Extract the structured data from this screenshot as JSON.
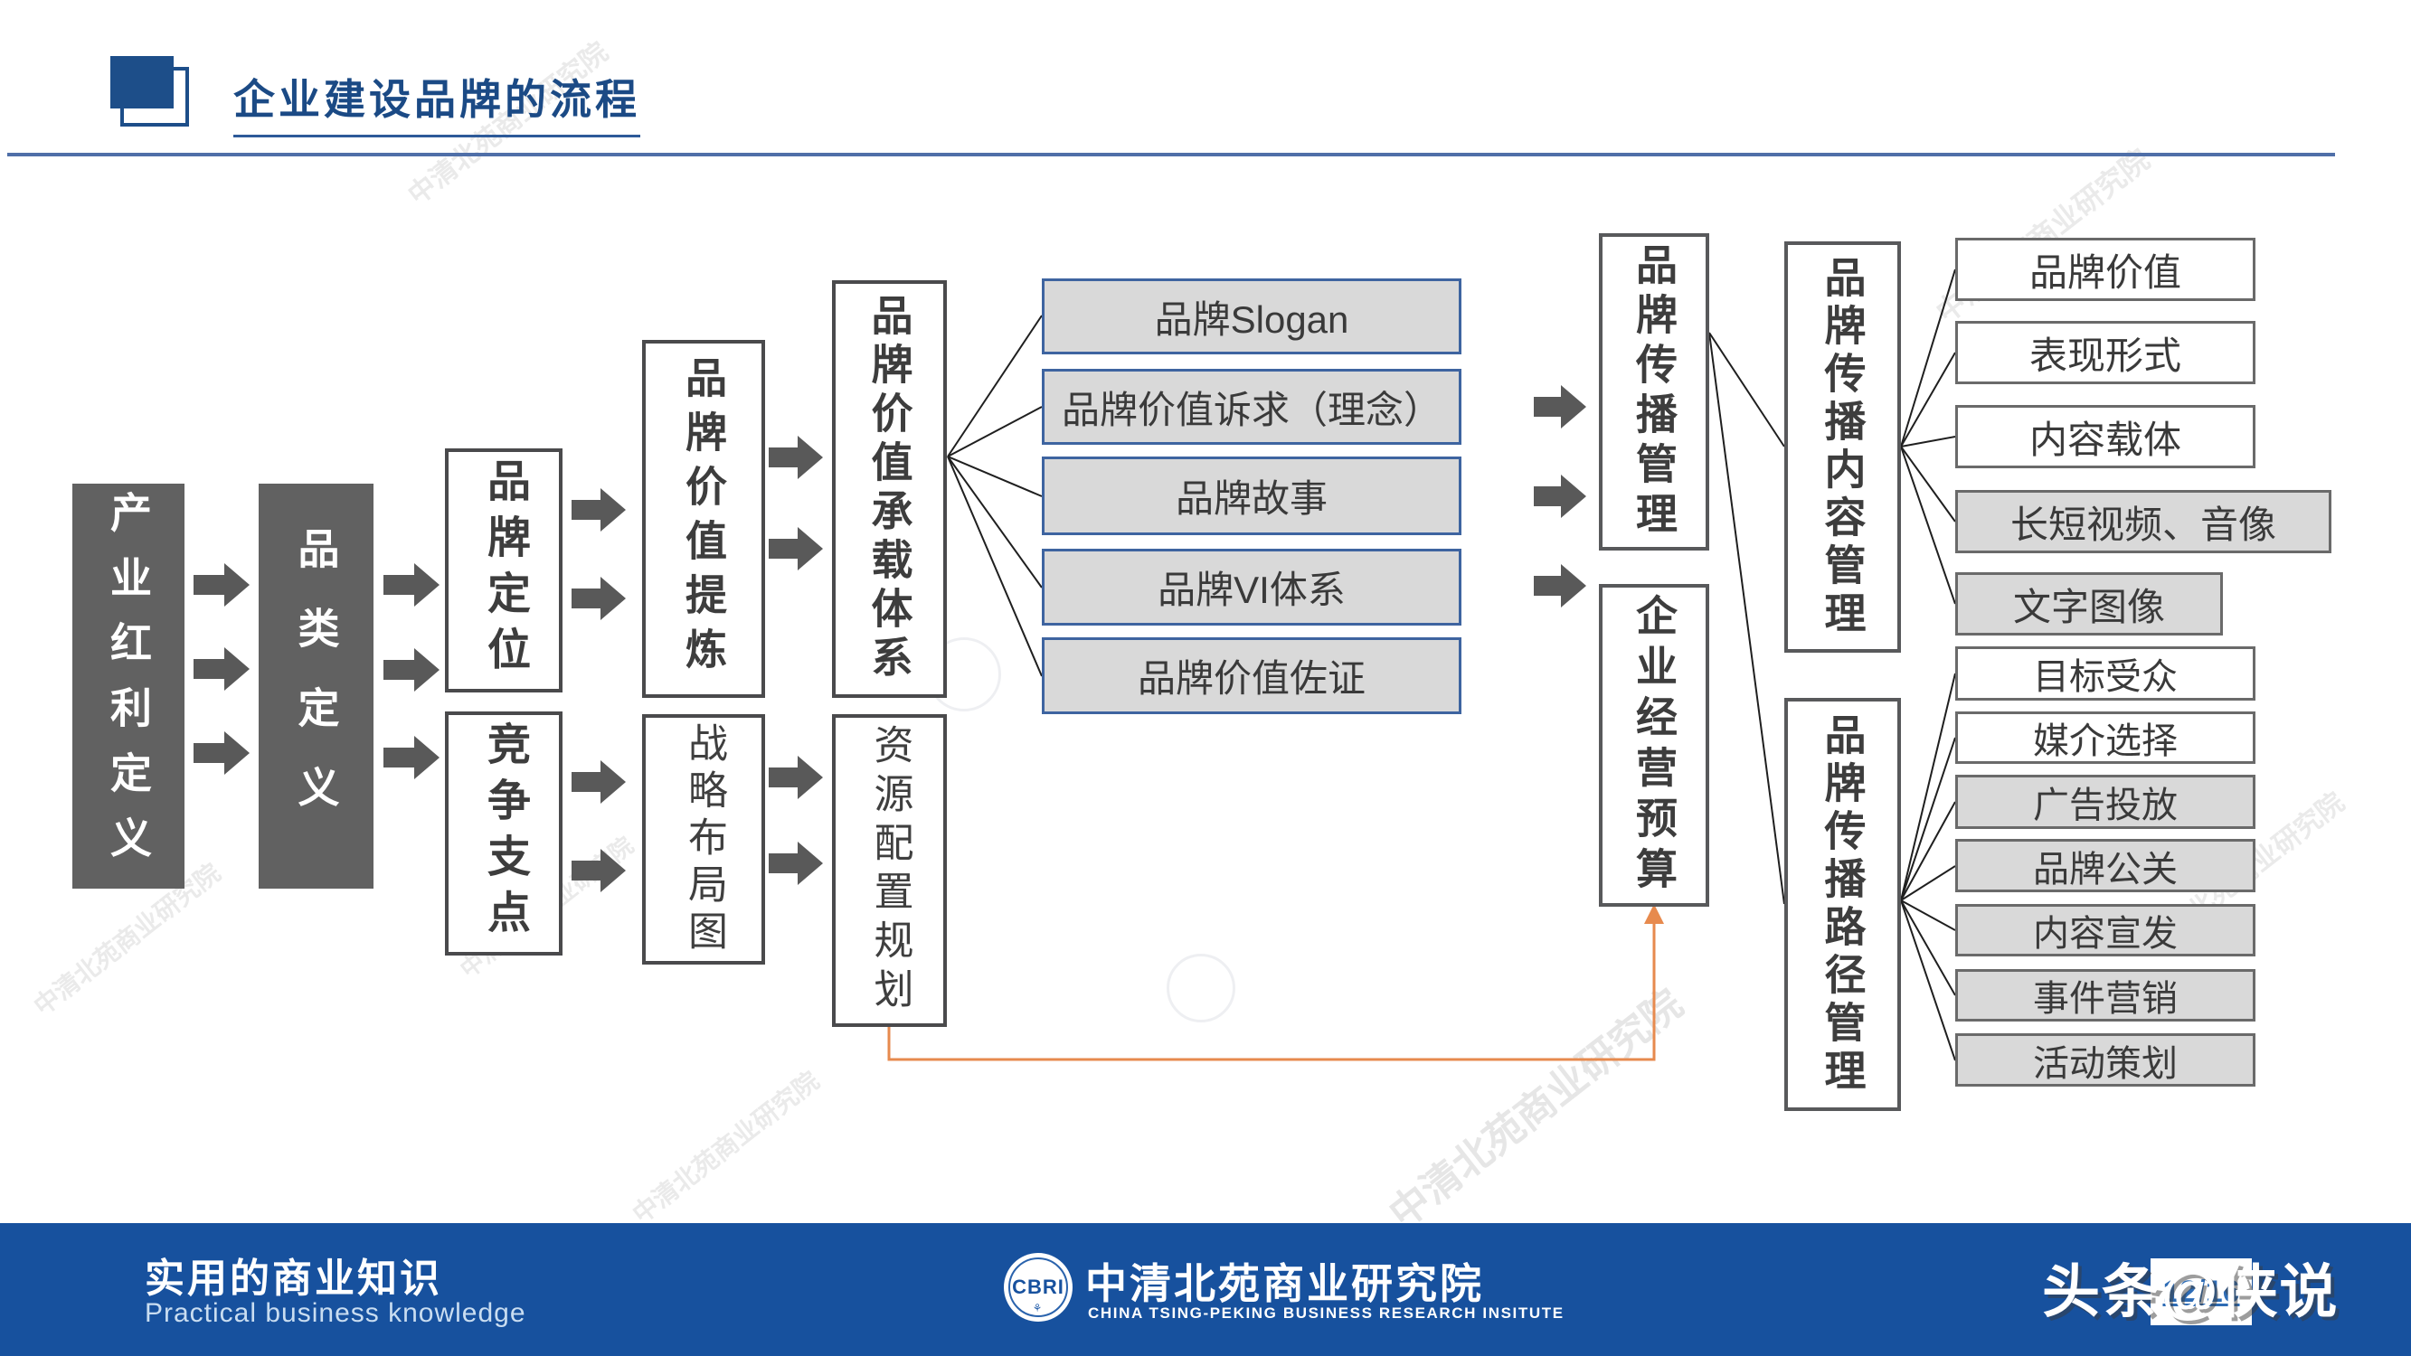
{
  "header": {
    "title": "企业建设品牌的流程"
  },
  "diagram": {
    "stages": {
      "industry_dividend": "产业红利定义",
      "category_definition": "品类定义",
      "brand_positioning": "品牌定位",
      "competitive_fulcrum": "竞争支点",
      "value_refining": "品牌价值提炼",
      "strategic_layout": "战略布局图",
      "value_carrier_system": "品牌价值承载体系",
      "resource_planning": "资源配置规划",
      "communication_mgmt": "品牌传播管理",
      "business_budget": "企业经营预算",
      "content_mgmt": "品牌传播内容管理",
      "path_mgmt": "品牌传播路径管理"
    },
    "carriers": [
      "品牌Slogan",
      "品牌价值诉求（理念）",
      "品牌故事",
      "品牌VI体系",
      "品牌价值佐证"
    ],
    "content_items": [
      "品牌价值",
      "表现形式",
      "内容载体",
      "长短视频、音像",
      "文字图像"
    ],
    "path_items": [
      "目标受众",
      "媒介选择",
      "广告投放",
      "品牌公关",
      "内容宣发",
      "事件营销",
      "活动策划"
    ]
  },
  "footer": {
    "slogan_cn": "实用的商业知识",
    "slogan_en": "Practical business knowledge",
    "logo_abbr": "CBRI",
    "org_cn": "中清北苑商业研究院",
    "org_en": "CHINA TSING-PEKING BUSINESS RESEARCH INSITUTE",
    "page_number": "12/16",
    "watermark_handle": "头条@侠说"
  },
  "watermark": {
    "ghost_text": "中清北苑商业研究院"
  },
  "colors": {
    "title_blue": "#1b4a85",
    "footer_blue": "#17519e",
    "dark_box_gray": "#616161",
    "light_box_gray": "#d9d9d9",
    "carrier_border_blue": "#3e64a0",
    "arrow_gray": "#595959",
    "orange_connector": "#e78a4e"
  }
}
